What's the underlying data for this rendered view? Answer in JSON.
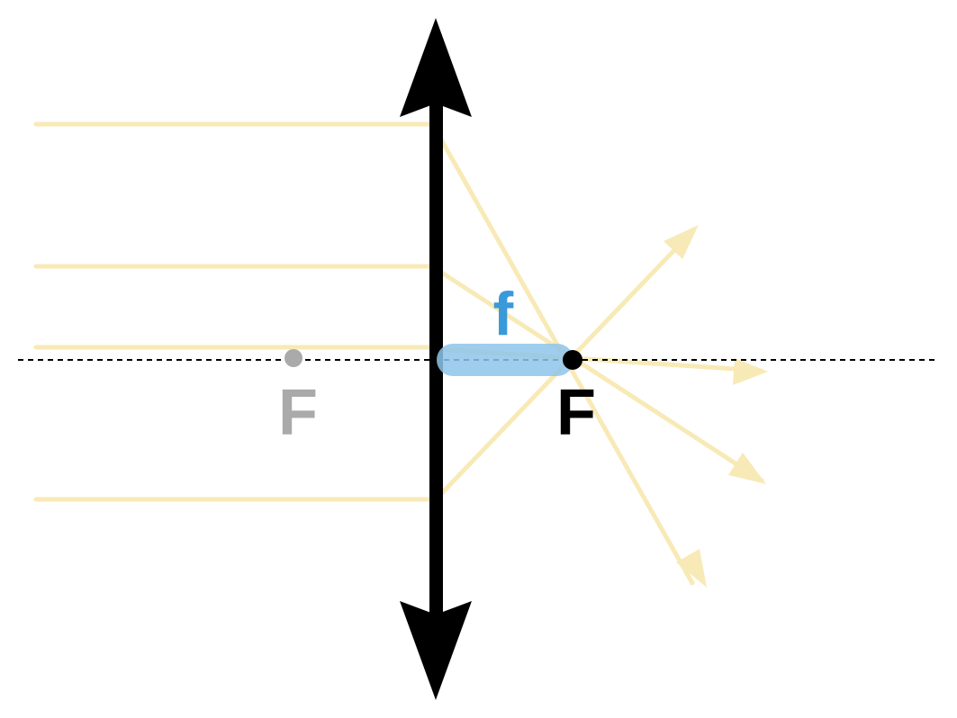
{
  "labels": {
    "focal_length": "f",
    "focal_point_front": "F",
    "focal_point_back": "F"
  },
  "colors": {
    "background": "#ffffff",
    "lens": "#000000",
    "rays": "#f8eab6",
    "focal_length_bar": "#8ec4ea",
    "focal_length_text": "#3a9ad9",
    "focal_point_front": "#aaaaaa",
    "focal_point_back": "#000000",
    "optical_axis": "#000000"
  },
  "elements": {
    "lens_type": "converging lens (double-arrow symbol)",
    "optical_axis_style": "dashed",
    "incoming_ray_count": 4,
    "outgoing_ray_count": 4
  }
}
